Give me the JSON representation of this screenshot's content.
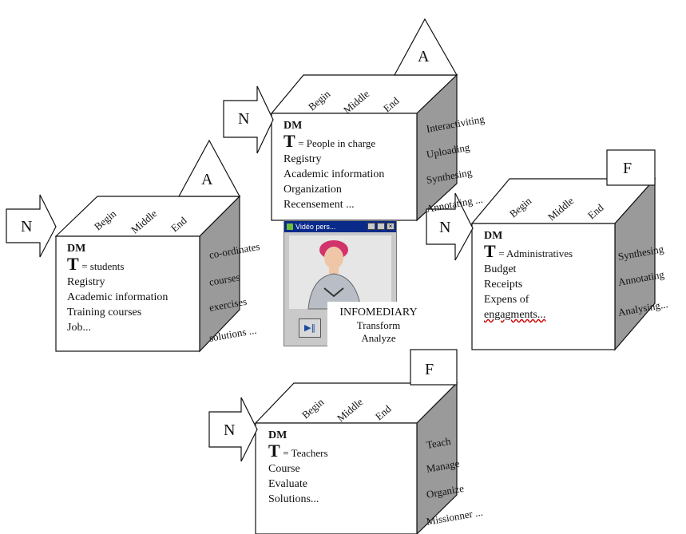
{
  "cube_header": {
    "begin": "Begin",
    "middle": "Middle",
    "end": "End"
  },
  "cubes": {
    "students": {
      "arrow_label": "N",
      "tri_label": "A",
      "dm": "DM",
      "t_letter": "T",
      "t_text": "=  students",
      "lines": [
        "Registry",
        "Academic information",
        "Training courses",
        "Job..."
      ],
      "side": [
        "co-ordinates",
        "courses",
        "exercises",
        "solutions ..."
      ]
    },
    "people": {
      "arrow_label": "N",
      "tri_label": "A",
      "dm": "DM",
      "t_letter": "T",
      "t_text": "= People in charge",
      "lines": [
        "Registry",
        "Academic information",
        "Organization",
        "Recensement ..."
      ],
      "side": [
        "Interactiviting",
        "Uploading",
        "Synthesing",
        "Annotating ..."
      ]
    },
    "admin": {
      "arrow_label": "N",
      "box_label": "F",
      "dm": "DM",
      "t_letter": "T",
      "t_text": "= Administratives",
      "lines": [
        "Budget",
        "Receipts",
        "Expens of",
        "engagments..."
      ],
      "side": [
        "Synthesing",
        "Annotating",
        "Analysing..."
      ]
    },
    "teachers": {
      "arrow_label": "N",
      "box_label": "F",
      "dm": "DM",
      "t_letter": "T",
      "t_text": "= Teachers",
      "lines": [
        "Course",
        "Evaluate",
        "Solutions..."
      ],
      "side": [
        "Teach",
        "Manage",
        "Organize",
        "Missionner ..."
      ]
    }
  },
  "video": {
    "title": "Vidéo pers...",
    "play_icon": "play-pause-icon"
  },
  "infomediary": {
    "title": "INFOMEDIARY",
    "line1": "Transform",
    "line2": "Analyze"
  }
}
